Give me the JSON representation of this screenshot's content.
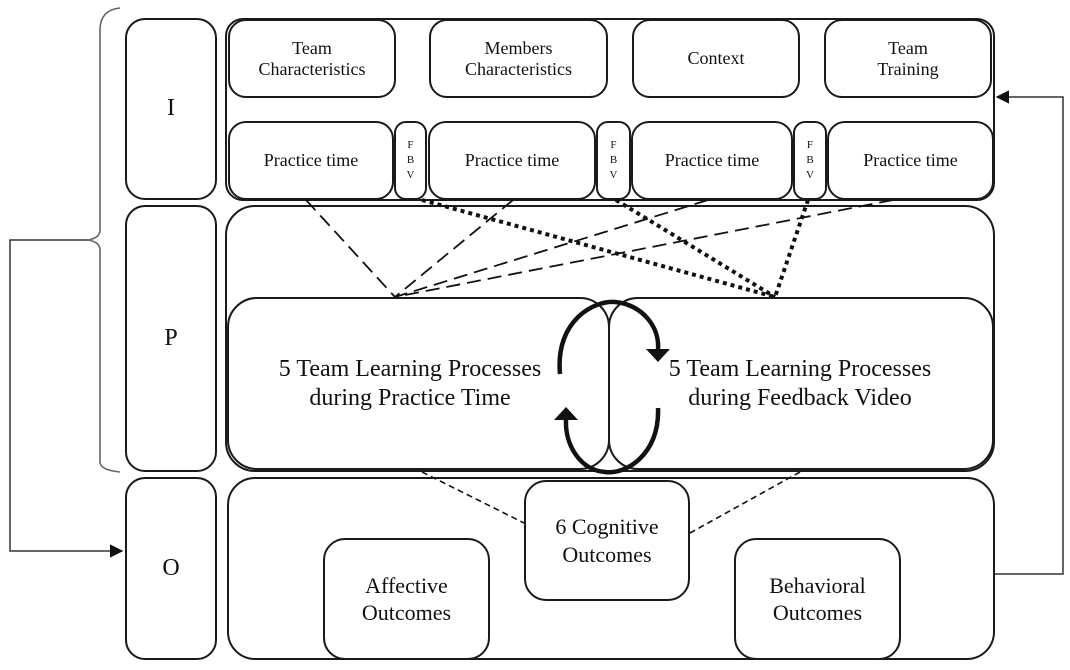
{
  "diagram": {
    "type": "Input-Process-Output team learning model",
    "stages": {
      "input": "I",
      "process": "P",
      "output": "O"
    },
    "inputs": {
      "characteristics": [
        "Team\nCharacteristics",
        "Members\nCharacteristics",
        "Context",
        "Team\nTraining"
      ],
      "timeline": [
        {
          "kind": "practice",
          "label": "Practice time"
        },
        {
          "kind": "fbv",
          "label": "F\nB\nV"
        },
        {
          "kind": "practice",
          "label": "Practice time"
        },
        {
          "kind": "fbv",
          "label": "F\nB\nV"
        },
        {
          "kind": "practice",
          "label": "Practice time"
        },
        {
          "kind": "fbv",
          "label": "F\nB\nV"
        },
        {
          "kind": "practice",
          "label": "Practice time"
        }
      ]
    },
    "processes": {
      "practice": "5 Team Learning Processes\nduring Practice Time",
      "feedback": "5 Team Learning Processes\nduring Feedback Video"
    },
    "outcomes": {
      "cognitive": "6 Cognitive\nOutcomes",
      "affective": "Affective\nOutcomes",
      "behavioral": "Behavioral\nOutcomes"
    },
    "connectors": {
      "practice_links": "dashed lines from each Practice time to practice processes",
      "fbv_links": "dotted lines from each FBV to feedback processes",
      "feedback_loop": "Output feeds back to Team Training",
      "ip_to_o": "I and P bracket arrow into O"
    }
  }
}
